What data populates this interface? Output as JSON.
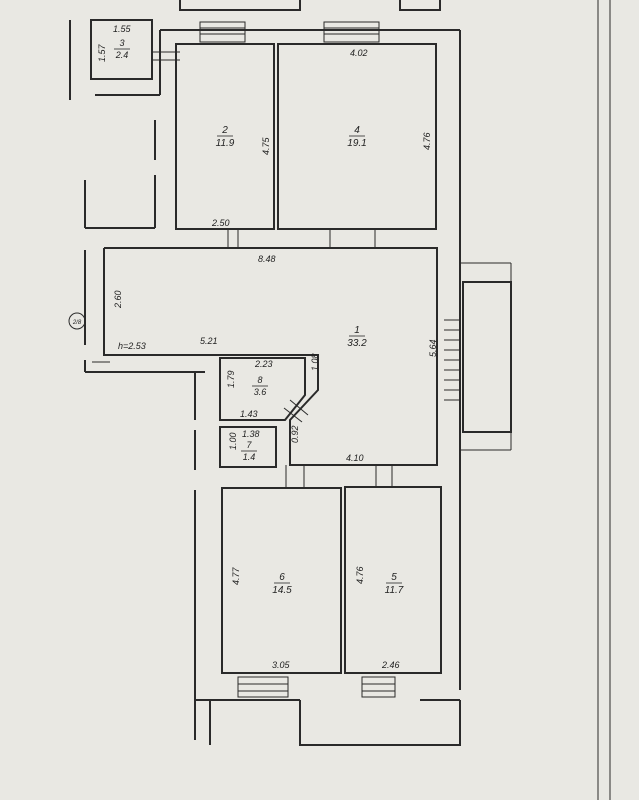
{
  "rooms": [
    {
      "id": "1",
      "area": "33.2"
    },
    {
      "id": "2",
      "area": "11.9"
    },
    {
      "id": "3",
      "area": "2.4"
    },
    {
      "id": "4",
      "area": "19.1"
    },
    {
      "id": "5",
      "area": "11.7"
    },
    {
      "id": "6",
      "area": "14.5"
    },
    {
      "id": "7",
      "area": "1.4"
    },
    {
      "id": "8",
      "area": "3.6"
    }
  ],
  "dimensions": {
    "r3_top": "1.55",
    "r3_left": "1.57",
    "r2_height": "4.75",
    "r2_bottom": "2.50",
    "r4_top": "4.02",
    "r4_height": "4.76",
    "hall_top": "8.48",
    "hall_left": "2.60",
    "hall_bottom_left": "5.21",
    "ceiling_height": "h=2.53",
    "hall_right": "5.64",
    "hall_bottom_right": "4.10",
    "r8_top": "2.23",
    "r8_left": "1.79",
    "r8_right": "1.08",
    "r8_bottom": "1.43",
    "r7_top": "1.38",
    "r7_left": "1.00",
    "r7_right": "0.92",
    "r6_height": "4.77",
    "r6_bottom": "3.05",
    "r5_height": "4.76",
    "r5_bottom": "2.46"
  },
  "marker": "2/8"
}
